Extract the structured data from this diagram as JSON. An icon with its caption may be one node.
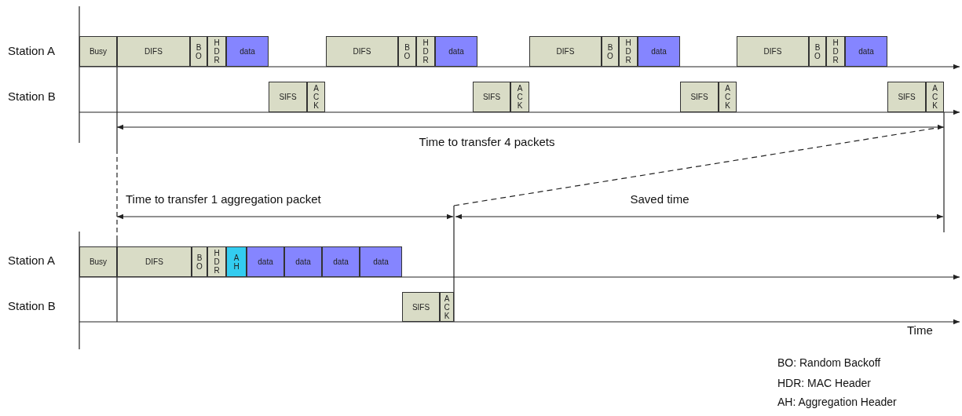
{
  "diagram": {
    "nodes": [
      {
        "text": [
          "Busy"
        ]
      },
      {
        "text": [
          "DIFS"
        ]
      },
      {
        "text": [
          "BO"
        ]
      },
      {
        "text": [
          "HDR"
        ]
      },
      {
        "text": [
          "data"
        ]
      },
      {
        "text": [
          "DIFS"
        ]
      },
      {
        "text": [
          "BO"
        ]
      },
      {
        "text": [
          "HDR"
        ]
      },
      {
        "text": [
          "data"
        ]
      },
      {
        "text": [
          "DIFS"
        ]
      },
      {
        "text": [
          "BO"
        ]
      },
      {
        "text": [
          "HDR"
        ]
      },
      {
        "text": [
          "data"
        ]
      },
      {
        "text": [
          "DIFS"
        ]
      },
      {
        "text": [
          "BO"
        ]
      },
      {
        "text": [
          "HDR"
        ]
      },
      {
        "text": [
          "data"
        ]
      },
      {
        "text": [
          "SIFS"
        ]
      },
      {
        "text": [
          "ACK"
        ]
      },
      {
        "text": [
          "SIFS"
        ]
      },
      {
        "text": [
          "ACK"
        ]
      },
      {
        "text": [
          "SIFS"
        ]
      },
      {
        "text": [
          "ACK"
        ]
      },
      {
        "text": [
          "SIFS"
        ]
      },
      {
        "text": [
          "ACK"
        ]
      },
      {
        "text": [
          "Busy"
        ]
      },
      {
        "text": [
          "DIFS"
        ]
      },
      {
        "text": [
          "BO"
        ]
      },
      {
        "text": [
          "HDR"
        ]
      },
      {
        "text": [
          "AH"
        ]
      },
      {
        "text": [
          "data"
        ]
      },
      {
        "text": [
          "data"
        ]
      },
      {
        "text": [
          "data"
        ]
      },
      {
        "text": [
          "data"
        ]
      },
      {
        "text": [
          "SIFS"
        ]
      },
      {
        "text": [
          "ACK"
        ]
      }
    ],
    "labels": [
      "Station A",
      "Station B",
      "Time to transfer 4 packets",
      "Time to transfer 1 aggregation packet",
      "Saved time",
      "Station A",
      "Station B",
      "Time",
      "BO: Random Backoff",
      "HDR: MAC Header",
      "AH: Aggregation Header"
    ]
  }
}
